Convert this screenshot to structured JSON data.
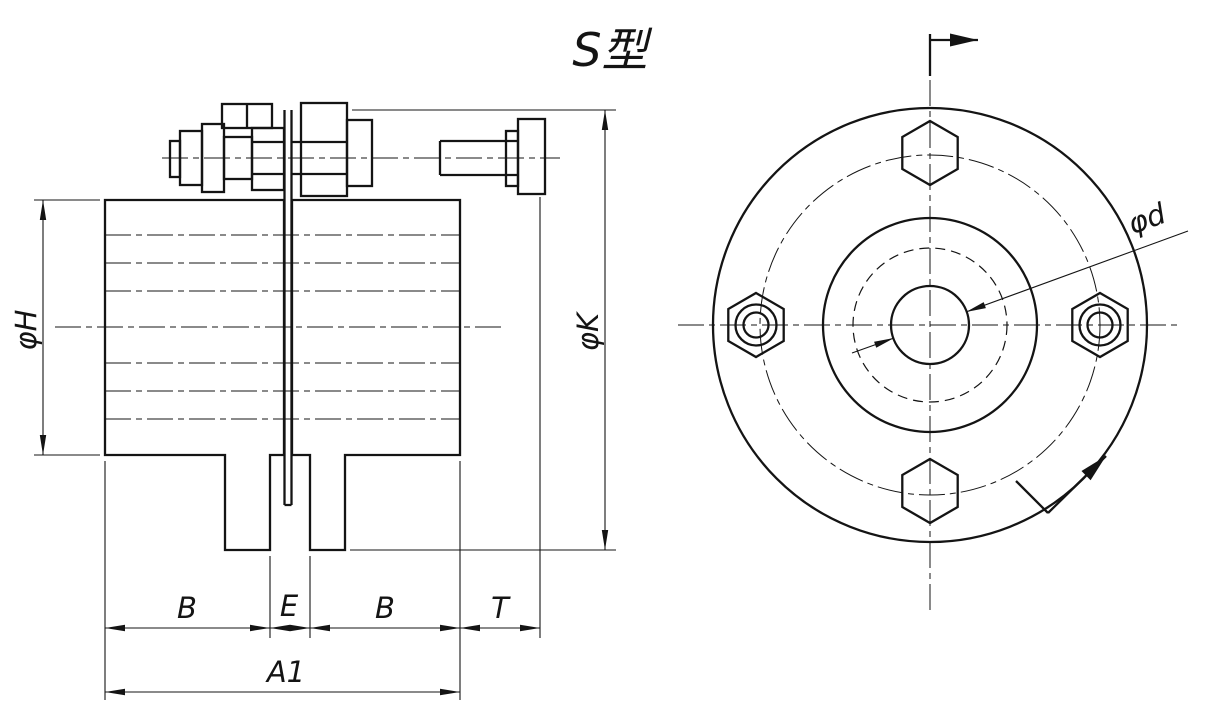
{
  "drawing": {
    "type_label": "S型",
    "line_color": "#141414",
    "background_color": "#ffffff",
    "views": {
      "side": "side-section-view",
      "front": "front-view"
    },
    "dims": {
      "phi_H": "φH",
      "phi_K": "φK",
      "B_left": "B",
      "E": "E",
      "B_right": "B",
      "T": "T",
      "A1": "A1",
      "phi_d": "φd"
    }
  }
}
